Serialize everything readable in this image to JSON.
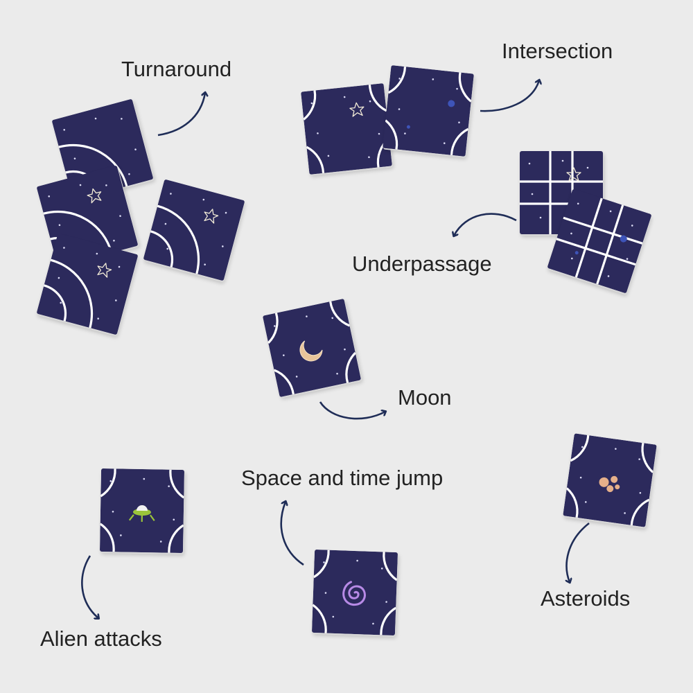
{
  "colors": {
    "background": "#ebebeb",
    "tile": "#2c2a5c",
    "track": "#ffffff",
    "arrow": "#1f2d57",
    "text": "#222222"
  },
  "labels": {
    "turnaround": "Turnaround",
    "intersection": "Intersection",
    "underpassage": "Underpassage",
    "moon": "Moon",
    "space_time_jump": "Space and time jump",
    "asteroids": "Asteroids",
    "alien_attacks": "Alien attacks"
  },
  "tiles": [
    {
      "group": "turnaround",
      "pattern": "turn",
      "decoration": "none"
    },
    {
      "group": "turnaround",
      "pattern": "turn",
      "decoration": "star-icon"
    },
    {
      "group": "turnaround",
      "pattern": "turn",
      "decoration": "star-icon"
    },
    {
      "group": "turnaround",
      "pattern": "turn",
      "decoration": "star-icon"
    },
    {
      "group": "intersection",
      "pattern": "four-arcs",
      "decoration": "star-icon"
    },
    {
      "group": "intersection",
      "pattern": "four-arcs",
      "decoration": "planet-dot-icon"
    },
    {
      "group": "underpassage",
      "pattern": "cross",
      "decoration": "star-icon"
    },
    {
      "group": "underpassage",
      "pattern": "cross",
      "decoration": "planet-dot-icon"
    },
    {
      "group": "moon",
      "pattern": "four-arcs",
      "decoration": "moon-icon"
    },
    {
      "group": "space_time_jump",
      "pattern": "four-arcs",
      "decoration": "spiral-icon"
    },
    {
      "group": "asteroids",
      "pattern": "four-arcs",
      "decoration": "asteroids-icon"
    },
    {
      "group": "alien_attacks",
      "pattern": "four-arcs",
      "decoration": "ufo-icon"
    }
  ]
}
